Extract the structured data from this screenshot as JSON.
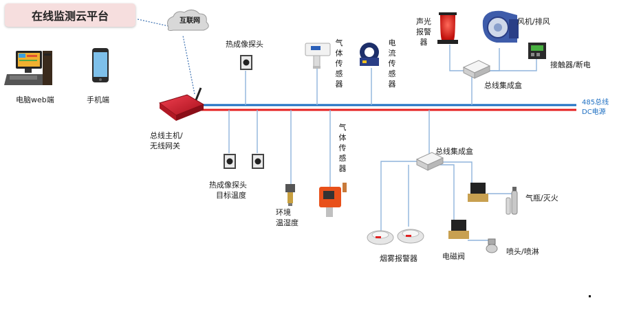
{
  "title": "在线监测云平台",
  "internet": "互联网",
  "clients": {
    "pc": "电脑web端",
    "phone": "手机端"
  },
  "gateway": {
    "line1": "总线主机/",
    "line2": "无线网关"
  },
  "bus": {
    "rs485": "485总线",
    "dc": "DC电源",
    "colors": {
      "rs485": "#1e6fc2",
      "dc": "#e52020"
    }
  },
  "devices": {
    "thermal_top": "热成像探头",
    "gas_top": "气体传感器",
    "current": "电流传感器",
    "alarm": "声光报警器",
    "fan": "风机/排风",
    "contactor": "接触器/断电",
    "box_top": "总线集成盒",
    "thermal_bottom_1": "热成像探头",
    "thermal_bottom_2": "目标温度",
    "env_1": "环境",
    "env_2": "温湿度",
    "gas_bottom": "气体传感器",
    "box_bottom": "总线集成盒",
    "bottle": "气瓶/灭火",
    "smoke": "烟雾报警器",
    "valve": "电磁阀",
    "nozzle": "喷头/喷淋"
  }
}
